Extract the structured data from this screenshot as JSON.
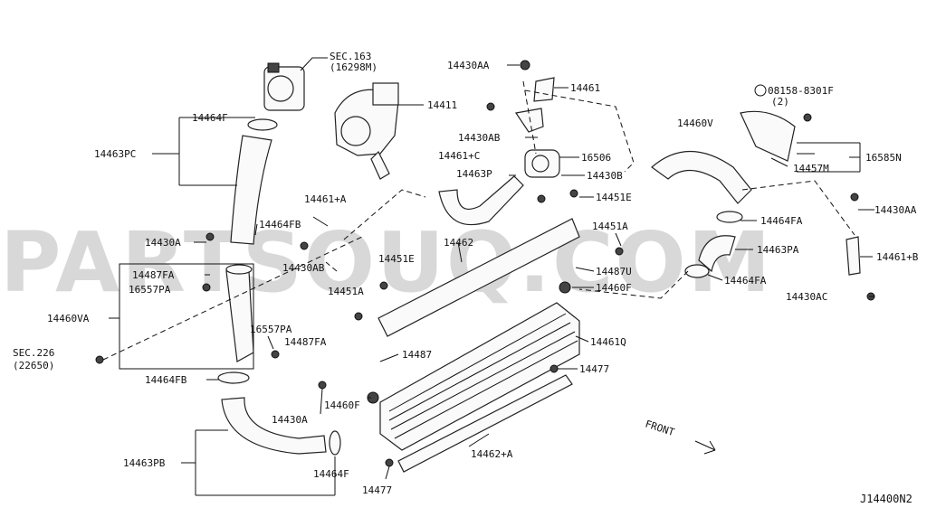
{
  "watermark": "PARTSOUQ.COM",
  "diagram_code": "J14400N2",
  "front_label": "FRONT",
  "labels": {
    "sec163": "SEC.163",
    "sec163_sub": "(16298M)",
    "p14464F_top": "14464F",
    "p14463PC": "14463PC",
    "p14411": "14411",
    "p14430AA_top": "14430AA",
    "p14461": "14461",
    "p14430AB_top": "14430AB",
    "p14461C": "14461+C",
    "p16506": "16506",
    "p14463P": "14463P",
    "p14430B": "14430B",
    "p14451E_top": "14451E",
    "p14460V": "14460V",
    "p08158": "08158-8301F",
    "p08158_sub": "(2)",
    "p14457M": "14457M",
    "p16585N": "16585N",
    "p14461A": "14461+A",
    "p14464FB_top": "14464FB",
    "p14430A_left": "14430A",
    "p14430AB_mid": "14430AB",
    "p14462": "14462",
    "p14451A_right": "14451A",
    "p14464FA_top": "14464FA",
    "p14430AA_right": "14430AA",
    "p14487FA_left": "14487FA",
    "p16557PA_left": "16557PA",
    "p14451E_mid": "14451E",
    "p14487U": "14487U",
    "p14463PA": "14463PA",
    "p14461B": "14461+B",
    "p14451A_mid": "14451A",
    "p14460F_right": "14460F",
    "p14464FA_bot": "14464FA",
    "p14430AC": "14430AC",
    "p14460VA": "14460VA",
    "p16557PA_mid": "16557PA",
    "p14487FA_mid": "14487FA",
    "p14487": "14487",
    "p14461Q": "14461Q",
    "sec226": "SEC.226",
    "sec226_sub": "(22650)",
    "p14477_right": "14477",
    "p14464FB_bot": "14464FB",
    "p14460F_mid": "14460F",
    "p14430A_bot": "14430A",
    "p14462A": "14462+A",
    "p14463PB": "14463PB",
    "p14464F_bot": "14464F",
    "p14477_bot": "14477"
  }
}
